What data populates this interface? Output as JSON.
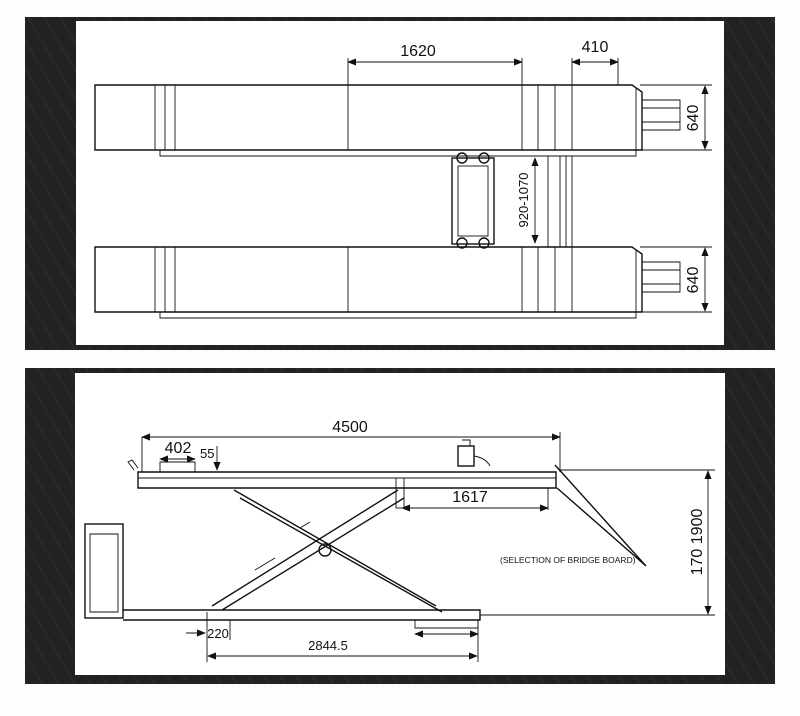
{
  "top_view": {
    "dimensions": {
      "center_length": "1620",
      "end_length": "410",
      "runway_width_upper": "640",
      "runway_width_lower": "640",
      "inner_gap": "920-1070"
    }
  },
  "side_view": {
    "dimensions": {
      "total_length": "4500",
      "ramp_block": "402",
      "offset": "55",
      "extension": "1617",
      "lift_height": "170 1900",
      "base_offset": "220",
      "base_length": "2844.5"
    },
    "note": "(SELECTION OF BRIDGE BOARD)"
  },
  "colors": {
    "frame": "#222224",
    "sheet": "#ffffff",
    "ink": "#111111"
  }
}
